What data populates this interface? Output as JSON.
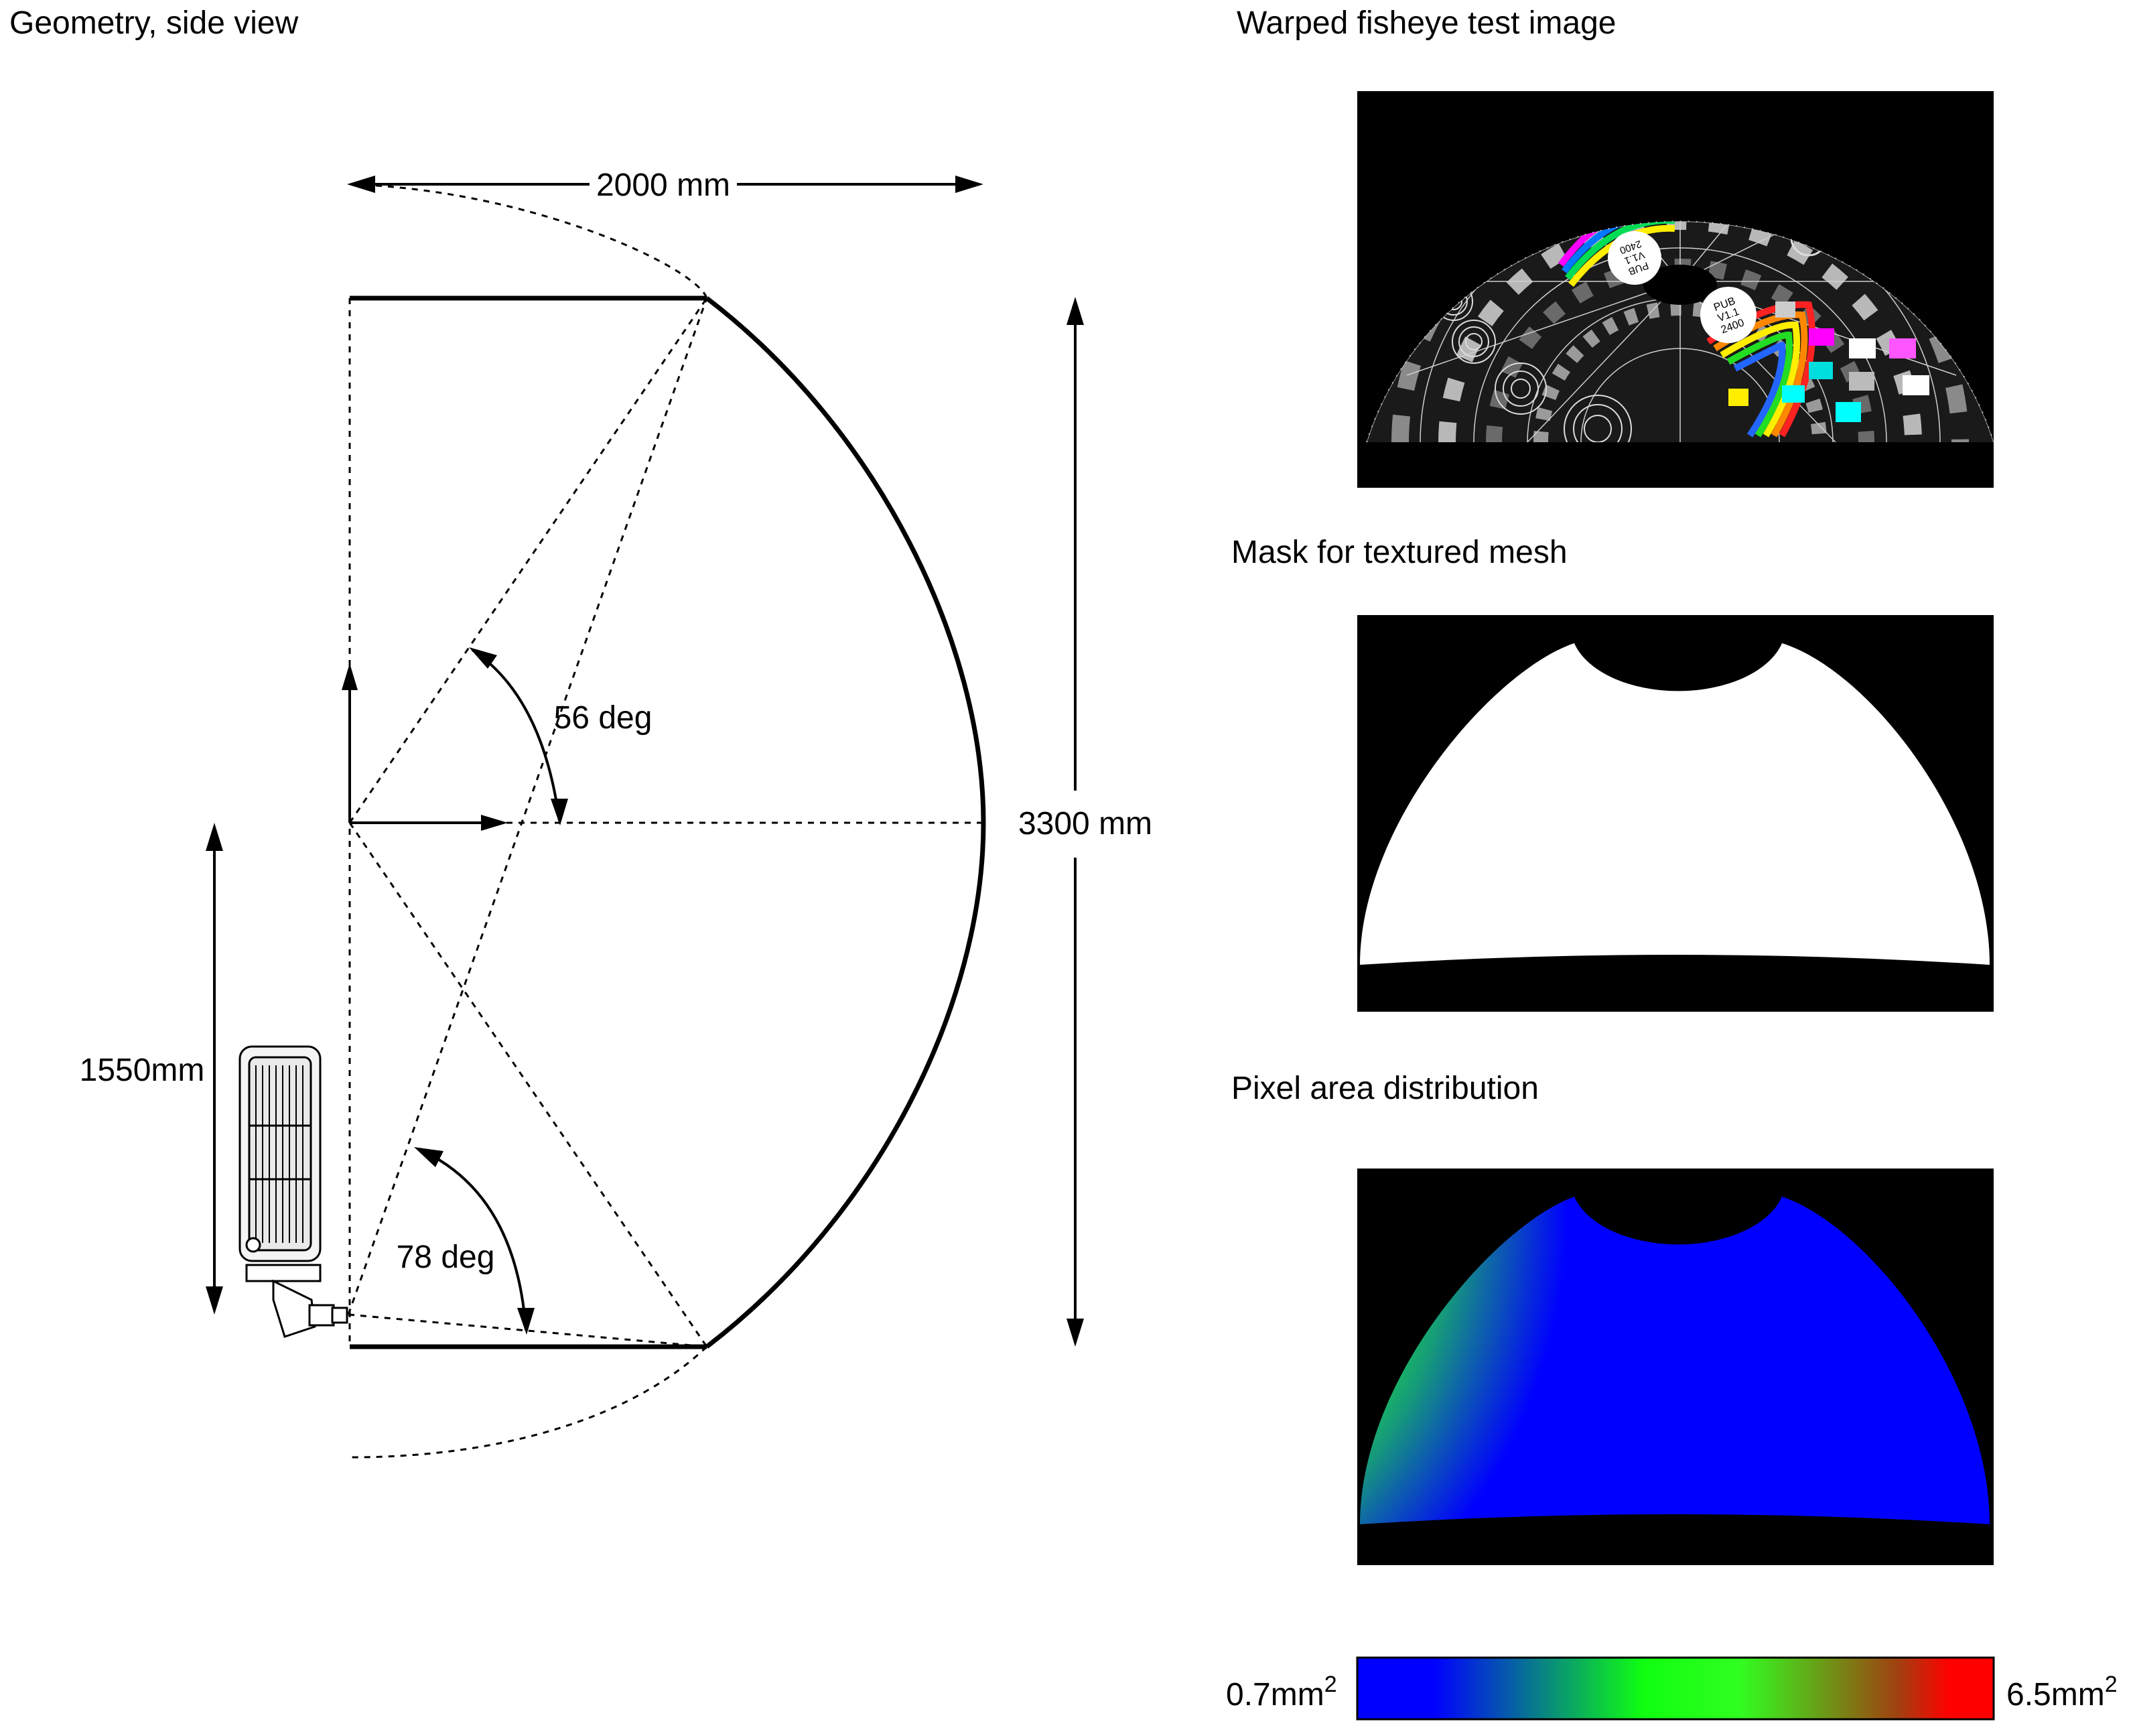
{
  "titles": {
    "geometry": "Geometry, side view",
    "warped": "Warped fisheye test image",
    "mask": "Mask for textured mesh",
    "pixel_area": "Pixel area distribution"
  },
  "geometry": {
    "width_label": "2000 mm",
    "height_label": "3300 mm",
    "projector_height_label": "1550mm",
    "upper_angle_label": "56 deg",
    "lower_angle_label": "78 deg"
  },
  "test_image": {
    "badge_a_line1": "PUB",
    "badge_a_line2": "V1.1",
    "badge_a_line3": "2400",
    "badge_b_line1": "PUB",
    "badge_b_line2": "V1.1",
    "badge_b_line3": "2400"
  },
  "colorbar": {
    "min_value": "0.7mm",
    "max_value": "6.5mm",
    "unit_exponent": "2",
    "colors": [
      "#0000ff",
      "#00ff00",
      "#ff0000"
    ]
  }
}
